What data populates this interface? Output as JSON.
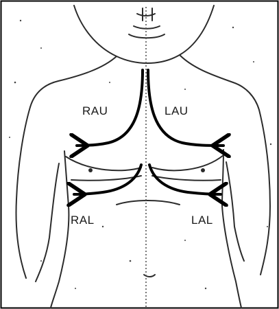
{
  "diagram": {
    "labels": {
      "right_axilla_upper": "RAU",
      "left_axilla_upper": "LAU",
      "right_axilla_lower": "RAL",
      "left_axilla_lower": "LAL"
    },
    "colors": {
      "outline": "#2b2b2b",
      "arrow": "#000000",
      "border": "#000000",
      "midline": "#555555"
    }
  }
}
